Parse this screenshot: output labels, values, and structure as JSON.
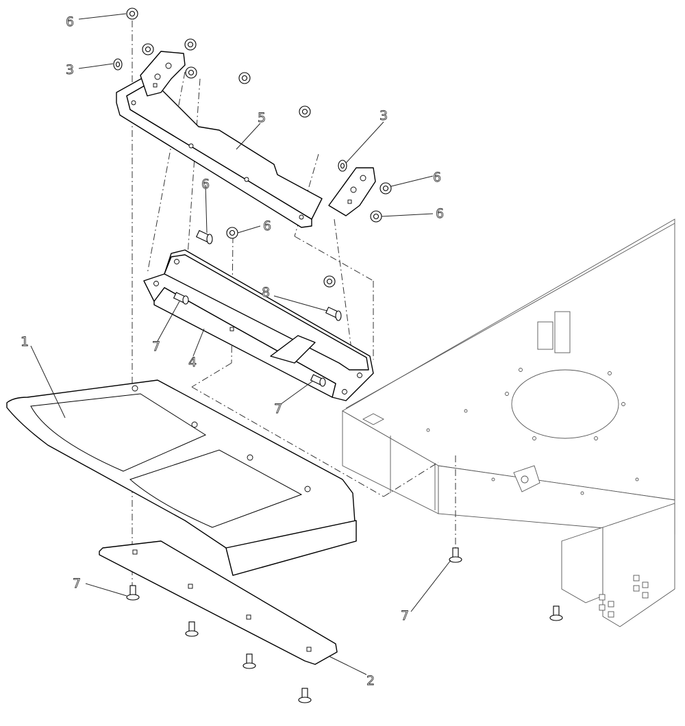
{
  "callouts": {
    "c1": "1",
    "c2": "2",
    "c3a": "3",
    "c3b": "3",
    "c4": "4",
    "c5": "5",
    "c6a": "6",
    "c6b": "6",
    "c6c": "6",
    "c6d": "6",
    "c6e": "6",
    "c7a": "7",
    "c7b": "7",
    "c7c": "7",
    "c7d": "7",
    "c8": "8"
  },
  "colors": {
    "line": "#000000",
    "frame": "#555555",
    "background": "#ffffff"
  }
}
